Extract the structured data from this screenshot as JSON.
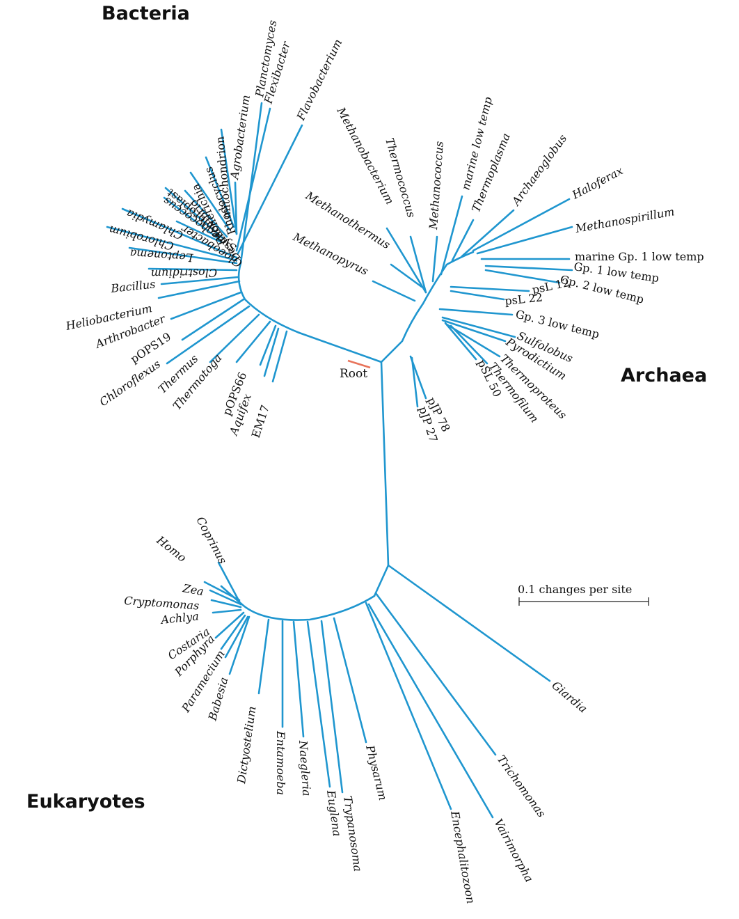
{
  "domains": {
    "bacteria": "Bacteria",
    "archaea": "Archaea",
    "eukaryotes": "Eukaryotes"
  },
  "root_label": "Root",
  "scale": {
    "label": "0.1 changes per site"
  },
  "colors": {
    "branch": "#1f96cf",
    "root": "#e8735a",
    "text": "#111111"
  },
  "bacteria": [
    "Planctomyces",
    "mitochondrion",
    "Agrobacterium",
    "Rhodocyclus",
    "Escherichia",
    "Desulfovibrio",
    "chloroplast",
    "Synechococcus",
    "Gloeobacter",
    "Flexibacter",
    "Flavobacterium",
    "Chlamydia",
    "Chlorobium",
    "Leptonema",
    "Clostridium",
    "Bacillus",
    "Heliobacterium",
    "Arthrobacter",
    "pOPS19",
    "Chloroflexus",
    "Thermus",
    "Thermotoga",
    "pOPS66",
    "Aquifex",
    "EM17"
  ],
  "archaea": [
    "Methanobacterium",
    "Thermococcus",
    "Methanococcus",
    "marine low temp",
    "Thermoplasma",
    "Archaeoglobus",
    "Haloferax",
    "Methanospirillum",
    "marine Gp. 1 low temp",
    "Gp. 1 low temp",
    "Gp. 2 low temp",
    "psL 12",
    "psL 22",
    "Gp. 3 low temp",
    "Sulfolobus",
    "Pyrodictium",
    "Thermoproteus",
    "Thermofilum",
    "pSL 50",
    "pJP 78",
    "pJP 27",
    "Methanothermus",
    "Methanopyrus"
  ],
  "eukaryotes": [
    "Coprinus",
    "Homo",
    "Zea",
    "Cryptomonas",
    "Achlya",
    "Costaria",
    "Porphyra",
    "Paramecium",
    "Babesia",
    "Dictyostelium",
    "Entamoeba",
    "Naegleria",
    "Euglena",
    "Trypanosoma",
    "Physarum",
    "Encephalitozoon",
    "Vairimorpha",
    "Trichomonas",
    "Giardia"
  ]
}
